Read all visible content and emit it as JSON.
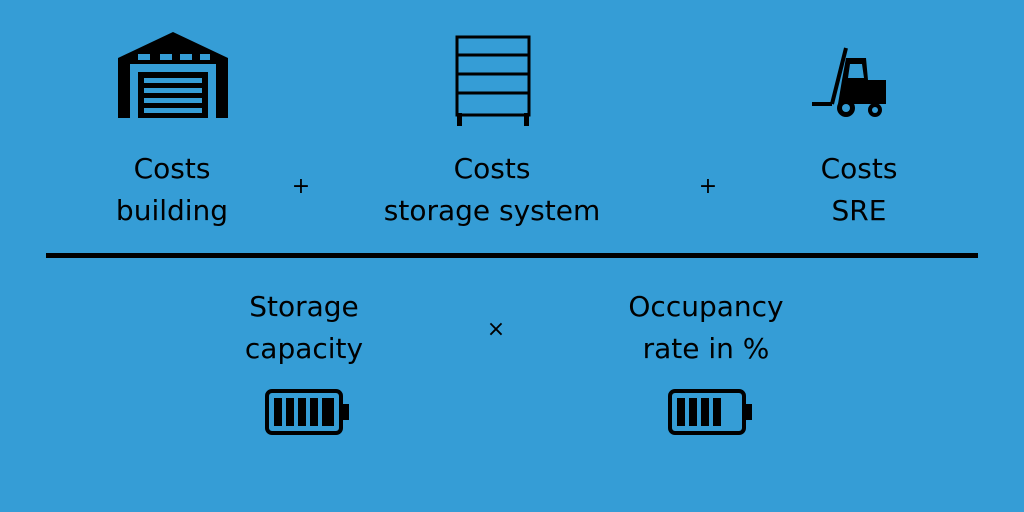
{
  "numerator": [
    {
      "icon": "warehouse-icon",
      "line1": "Costs",
      "line2": "building"
    },
    {
      "icon": "storage-rack-icon",
      "line1": "Costs",
      "line2": "storage system"
    },
    {
      "icon": "forklift-icon",
      "line1": "Costs",
      "line2": "SRE"
    }
  ],
  "numerator_operators": [
    "+",
    "+"
  ],
  "denominator": [
    {
      "icon": "battery-full-icon",
      "line1": "Storage",
      "line2": "capacity"
    },
    {
      "icon": "battery-partial-icon",
      "line1": "Occupancy",
      "line2": "rate in %"
    }
  ],
  "denominator_operator": "×",
  "colors": {
    "background": "#359dd6",
    "ink": "#000000"
  }
}
